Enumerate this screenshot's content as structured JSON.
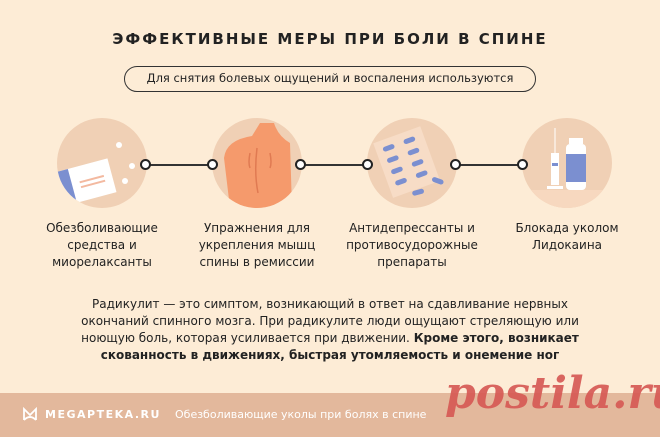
{
  "title": "ЭФФЕКТИВНЫЕ МЕРЫ ПРИ БОЛИ В СПИНЕ",
  "subtitle": "Для снятия болевых ощущений и воспаления используются",
  "steps": [
    {
      "label": "Обезболивающие средства и миорелаксанты",
      "icon": "pills-box-icon"
    },
    {
      "label": "Упражнения для укрепления мышц спины в ремиссии",
      "icon": "back-icon"
    },
    {
      "label": "Антидепрессанты и противосудорожные препараты",
      "icon": "capsules-blister-icon"
    },
    {
      "label": "Блокада уколом Лидокаина",
      "icon": "syringe-vial-icon"
    }
  ],
  "paragraph": {
    "normal": "Радикулит — это симптом, возникающий в ответ на сдавливание нервных окончаний спинного мозга. При радикулите люди ощущают стреляющую или ноющую боль, которая усиливается при движении. ",
    "bold": "Кроме этого, возникает скованность в движениях, быстрая утомляемость и онемение ног"
  },
  "footer": {
    "brand": "MEGAPTEKA.RU",
    "text": "Обезболивающие уколы при болях в спине"
  },
  "watermark": "postila.ru",
  "colors": {
    "background": "#fdecd6",
    "circle": "#f0d0b5",
    "footer": "#e3b89c",
    "accent_blue": "#7b8fd0",
    "skin": "#f59a6c"
  }
}
